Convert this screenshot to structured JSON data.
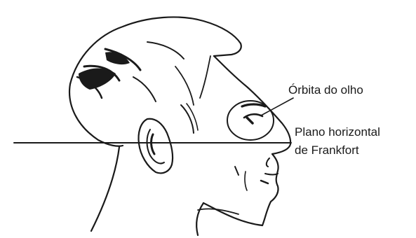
{
  "labels": {
    "orbit": "Órbita do olho",
    "plane_line1": "Plano horizontal",
    "plane_line2": "de Frankfort"
  },
  "colors": {
    "ink": "#1a1a1a",
    "background": "#ffffff"
  }
}
